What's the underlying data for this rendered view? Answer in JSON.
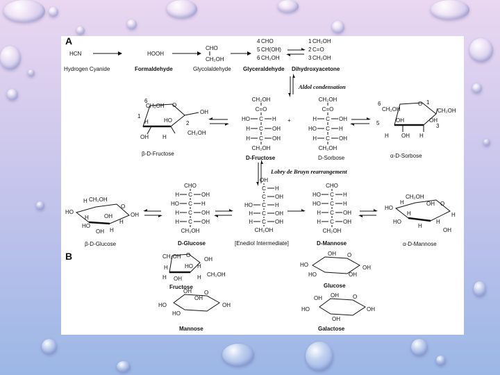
{
  "labels": {
    "panel_a": "A",
    "panel_b": "B",
    "hcn": "HCN",
    "hooh": "HOOH",
    "hydrogen_cyanide": "Hydrogen Cyanide",
    "formaldehyde": "Formaldehyde",
    "glycolaldehyde": "Glycolaldehyde",
    "glyceraldehyde": "Glyceraldehyde",
    "dihydroxyacetone": "Dihydroxyacetone",
    "aldol": "Aldol condensation",
    "lobry": "Lobry de Bruyn rearrangement",
    "b_fructose": "β-D-Fructose",
    "d_fructose": "D-Fructose",
    "d_sorbose": "D-Sorbose",
    "a_sorbose": "α-D-Sorbose",
    "b_glucose": "β-D-Glucose",
    "d_glucose": "D-Glucose",
    "enediol": "[Enediol Intermediate]",
    "d_mannose": "D-Mannose",
    "a_mannose": "α-D-Mannose",
    "fructose": "Fructose",
    "glucose": "Glucose",
    "mannose": "Mannose",
    "galactose": "Galactose",
    "plus": "+",
    "footer_caption": ""
  },
  "chem": {
    "cho": "CHO",
    "ch2oh": "CH₂OH",
    "ch_oh_c": "CH(OH)",
    "c_o": "C=O",
    "glyceraldehyde_formula": [
      "CHO",
      "CH(OH)",
      "CH₂OH"
    ],
    "dihydroxyacetone_formula": [
      "CH₂OH",
      "C=O",
      "CH₂OH"
    ],
    "glycolaldehyde_formula": [
      "CHO",
      "CH₂OH"
    ],
    "carbon_numbers": [
      "4",
      "5",
      "6",
      "3",
      "2",
      "1"
    ],
    "fructose_chain": [
      [
        "",
        "CH₂OH",
        ""
      ],
      [
        "",
        "C=O",
        ""
      ],
      [
        "HO",
        "C",
        "H"
      ],
      [
        "H",
        "C",
        "OH"
      ],
      [
        "H",
        "C",
        "OH"
      ],
      [
        "",
        "CH₂OH",
        ""
      ]
    ],
    "sorbose_chain": [
      [
        "",
        "CH₂OH",
        ""
      ],
      [
        "",
        "C=O",
        ""
      ],
      [
        "H",
        "C",
        "OH"
      ],
      [
        "HO",
        "C",
        "H"
      ],
      [
        "H",
        "C",
        "OH"
      ],
      [
        "",
        "CH₂OH",
        ""
      ]
    ],
    "glucose_chain": [
      [
        "",
        "CHO",
        ""
      ],
      [
        "H",
        "C",
        "OH"
      ],
      [
        "HO",
        "C",
        "H"
      ],
      [
        "H",
        "C",
        "OH"
      ],
      [
        "H",
        "C",
        "OH"
      ],
      [
        "",
        "CH₂OH",
        ""
      ]
    ],
    "enediol_chain": [
      [
        "",
        "OH",
        ""
      ],
      [
        "",
        "C",
        "H"
      ],
      [
        "",
        "C",
        "OH"
      ],
      [
        "HO",
        "C",
        "H"
      ],
      [
        "H",
        "C",
        "OH"
      ],
      [
        "H",
        "C",
        "OH"
      ],
      [
        "",
        "CH₂OH",
        ""
      ]
    ],
    "mannose_chain": [
      [
        "",
        "CHO",
        ""
      ],
      [
        "HO",
        "C",
        "H"
      ],
      [
        "HO",
        "C",
        "H"
      ],
      [
        "H",
        "C",
        "OH"
      ],
      [
        "H",
        "C",
        "OH"
      ],
      [
        "",
        "CH₂OH",
        ""
      ]
    ],
    "ring_atoms": {
      "o": "O",
      "oh": "OH",
      "ho": "HO",
      "h": "H",
      "ch2oh": "CH₂OH"
    }
  }
}
